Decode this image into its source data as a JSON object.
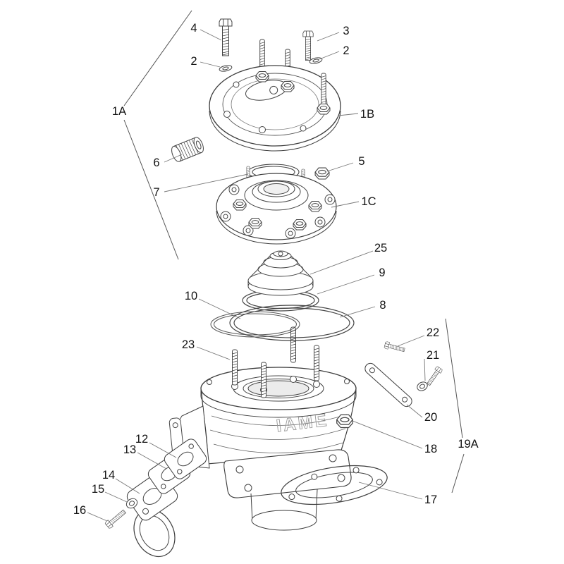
{
  "diagram": {
    "type": "exploded-parts-diagram",
    "subject": "engine-cylinder-and-head-assembly",
    "casting_text": "IAME",
    "colors": {
      "background": "#ffffff",
      "line": "#3d3d3d",
      "label": "#141414"
    },
    "labels": [
      {
        "part": "head-cover-bolt-long",
        "text": "4"
      },
      {
        "part": "head-cover-bolt-short",
        "text": "3"
      },
      {
        "part": "washer-right",
        "text": "2"
      },
      {
        "part": "washer-left",
        "text": "2"
      },
      {
        "part": "head-assembly-group",
        "text": "1A"
      },
      {
        "part": "head-cover",
        "text": "1B"
      },
      {
        "part": "grub-plug",
        "text": "6"
      },
      {
        "part": "head-nut",
        "text": "5"
      },
      {
        "part": "o-ring-small",
        "text": "7"
      },
      {
        "part": "cylinder-head",
        "text": "1C"
      },
      {
        "part": "insert-cap",
        "text": "25"
      },
      {
        "part": "o-ring-mid",
        "text": "9"
      },
      {
        "part": "o-ring-large",
        "text": "8"
      },
      {
        "part": "sealing-ring",
        "text": "10"
      },
      {
        "part": "stud",
        "text": "23"
      },
      {
        "part": "bracket-screw",
        "text": "22"
      },
      {
        "part": "bracket-washer",
        "text": "21"
      },
      {
        "part": "bracket-strap",
        "text": "20"
      },
      {
        "part": "flange-nut",
        "text": "18"
      },
      {
        "part": "cylinder-assembly-group",
        "text": "19A"
      },
      {
        "part": "base-gasket",
        "text": "17"
      },
      {
        "part": "exhaust-gasket-outer",
        "text": "12"
      },
      {
        "part": "exhaust-gasket-inner",
        "text": "13"
      },
      {
        "part": "exhaust-manifold",
        "text": "14"
      },
      {
        "part": "exhaust-washer",
        "text": "15"
      },
      {
        "part": "exhaust-bolt",
        "text": "16"
      }
    ]
  }
}
